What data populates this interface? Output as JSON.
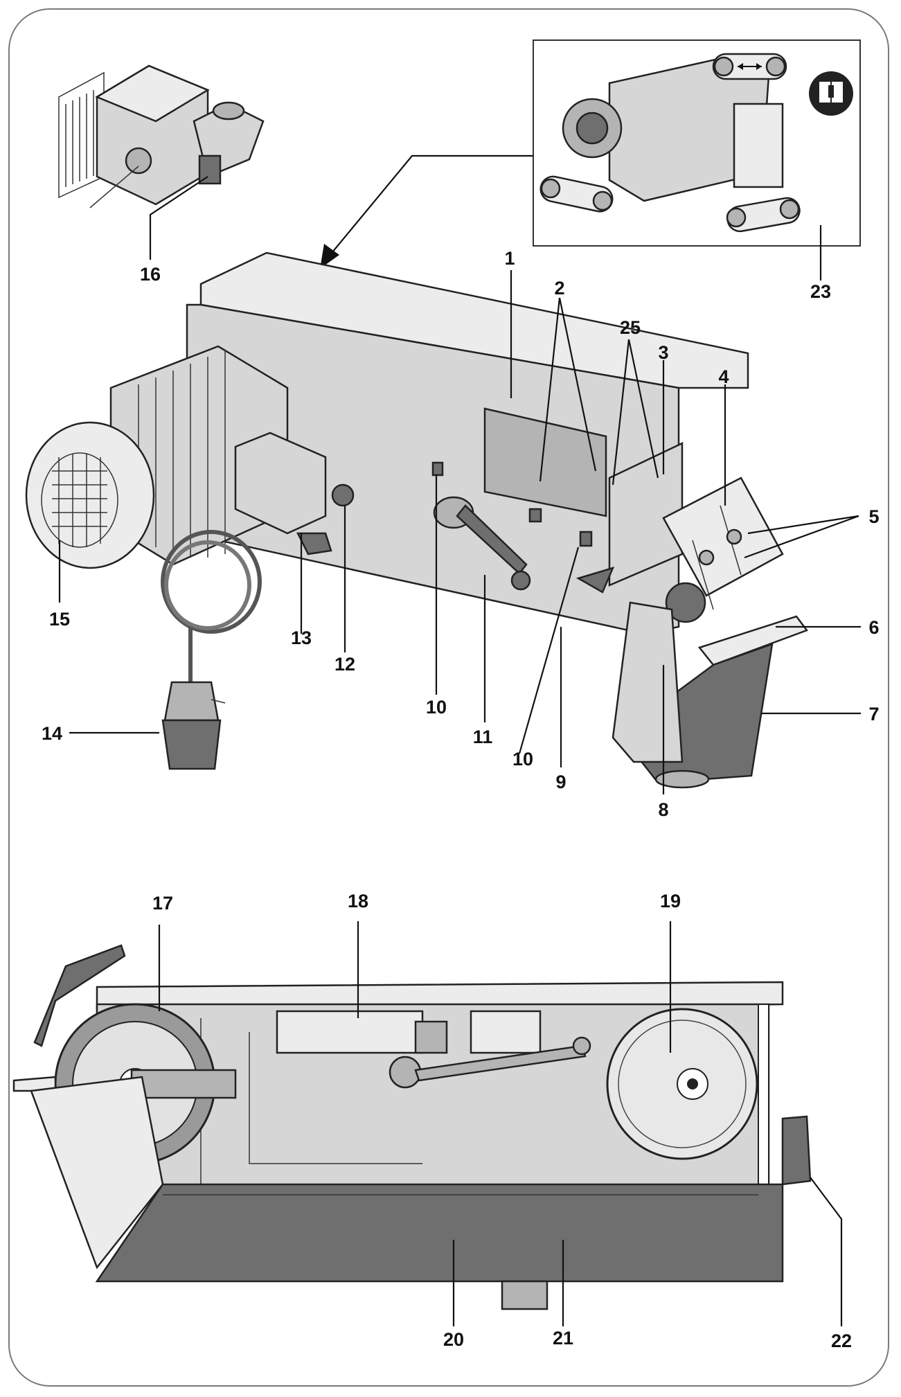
{
  "callouts": [
    {
      "id": "1",
      "text": "1"
    },
    {
      "id": "2",
      "text": "2"
    },
    {
      "id": "3",
      "text": "3"
    },
    {
      "id": "4",
      "text": "4"
    },
    {
      "id": "5",
      "text": "5"
    },
    {
      "id": "6",
      "text": "6"
    },
    {
      "id": "7",
      "text": "7"
    },
    {
      "id": "8",
      "text": "8"
    },
    {
      "id": "9",
      "text": "9"
    },
    {
      "id": "10a",
      "text": "10"
    },
    {
      "id": "10b",
      "text": "10"
    },
    {
      "id": "11",
      "text": "11"
    },
    {
      "id": "12",
      "text": "12"
    },
    {
      "id": "13",
      "text": "13"
    },
    {
      "id": "14",
      "text": "14"
    },
    {
      "id": "15",
      "text": "15"
    },
    {
      "id": "16",
      "text": "16"
    },
    {
      "id": "17",
      "text": "17"
    },
    {
      "id": "18",
      "text": "18"
    },
    {
      "id": "19",
      "text": "19"
    },
    {
      "id": "20",
      "text": "20"
    },
    {
      "id": "21",
      "text": "21"
    },
    {
      "id": "22",
      "text": "22"
    },
    {
      "id": "23",
      "text": "23"
    },
    {
      "id": "25",
      "text": "25"
    }
  ],
  "icons": {
    "manual": "read-manual-icon",
    "belt_tension": "belt-tension-arrow-icon"
  },
  "colors": {
    "stroke": "#111111",
    "body": "#d6d6d6",
    "dark_panel": "#6f6f6f"
  }
}
